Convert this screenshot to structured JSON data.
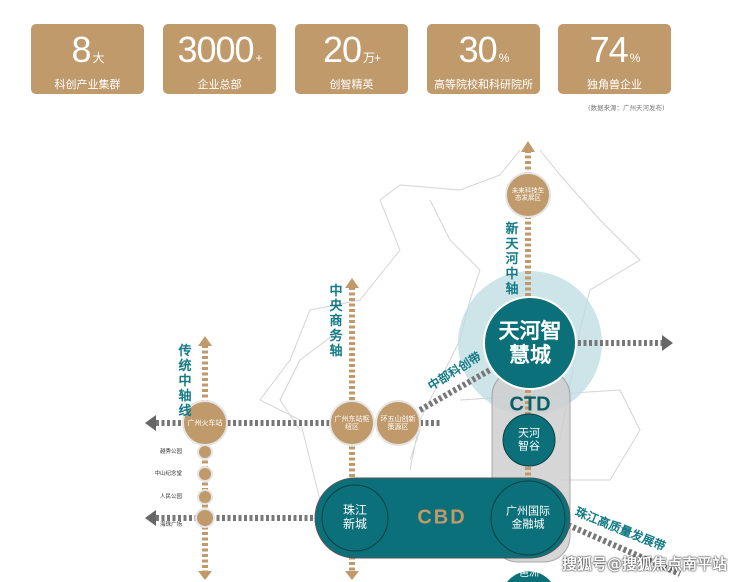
{
  "stats": [
    {
      "num": "8",
      "unit": "大",
      "label": "科创产业集群"
    },
    {
      "num": "3000",
      "unit": "+",
      "label": "企业总部"
    },
    {
      "num": "20",
      "unit": "万+",
      "label": "创智精英"
    },
    {
      "num": "30",
      "unit": "%",
      "label": "高等院校和科研院所"
    },
    {
      "num": "74",
      "unit": "%",
      "label": "独角兽企业"
    }
  ],
  "source": "(数据来源：广州天河发布)",
  "axes": {
    "traditional": "传统中轴线",
    "central_business": "中央商务轴",
    "new_tianhe": "新天河中轴",
    "central_tech_belt": "中部科创带",
    "pearl_river_belt": "珠江高质量发展带"
  },
  "nodes": {
    "gz_station": "广州火车站",
    "gz_east": "广州东站枢纽区",
    "wushan": "环五山创新策源区",
    "future_tech": "未来科技生态发展区",
    "yuexiu_park": "越秀公园",
    "zhongshan": "中山纪念堂",
    "people_park": "人民公园",
    "haizhu_square": "海珠广场",
    "tianhe_smart_city": "天河智慧城",
    "ctd": "CTD",
    "tianhe_valley": "天河智谷",
    "cbd": "CBD",
    "zhujiang_newtown": "珠江新城",
    "ifc": "广州国际金融城",
    "pazhou": "琶洲"
  },
  "watermark": "搜狐号@搜狐焦点南平站",
  "colors": {
    "gold": "#c09a6b",
    "teal": "#0b7079",
    "halo": "#bcdbe2"
  }
}
